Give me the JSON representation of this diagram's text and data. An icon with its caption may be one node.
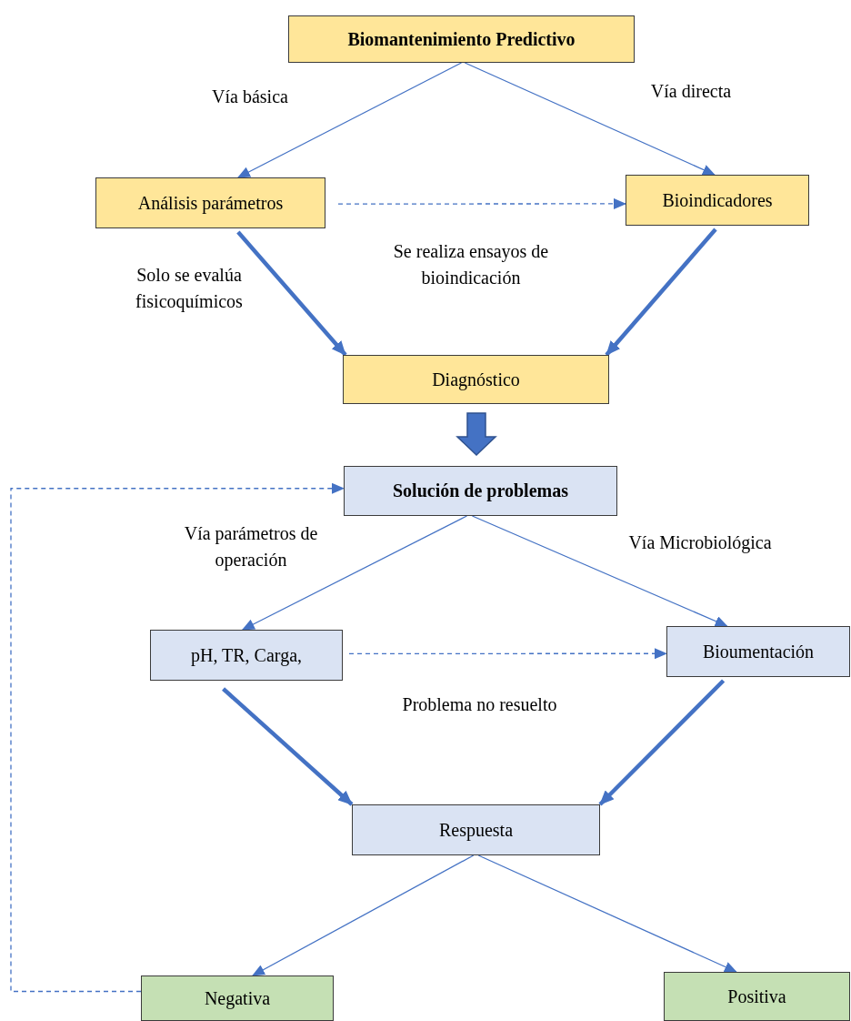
{
  "diagram": {
    "nodes": [
      {
        "text": [
          "Biomantenimiento Predictivo"
        ]
      },
      {
        "text": [
          "Análisis parámetros"
        ]
      },
      {
        "text": [
          "Bioindicadores"
        ]
      },
      {
        "text": [
          "Diagnóstico"
        ]
      },
      {
        "text": [
          "Solución de problemas"
        ]
      },
      {
        "text": [
          "pH, TR, Carga,"
        ]
      },
      {
        "text": [
          "Bioumentación"
        ]
      },
      {
        "text": [
          "Respuesta"
        ]
      },
      {
        "text": [
          "Negativa"
        ]
      },
      {
        "text": [
          "Positiva"
        ]
      }
    ],
    "edges": [
      {
        "from": 0,
        "to": 1,
        "arrow": "to"
      },
      {
        "from": 0,
        "to": 2,
        "arrow": "to"
      },
      {
        "from": 1,
        "to": 2,
        "arrow": "to",
        "style": "dashed"
      },
      {
        "from": 1,
        "to": 3,
        "arrow": "to",
        "style": "thick"
      },
      {
        "from": 2,
        "to": 3,
        "arrow": "to",
        "style": "thick"
      },
      {
        "from": 3,
        "to": 4,
        "arrow": "to",
        "style": "thick"
      },
      {
        "from": 4,
        "to": 5,
        "arrow": "to"
      },
      {
        "from": 4,
        "to": 6,
        "arrow": "to"
      },
      {
        "from": 5,
        "to": 6,
        "arrow": "to",
        "style": "dashed"
      },
      {
        "from": 5,
        "to": 7,
        "arrow": "to",
        "style": "thick"
      },
      {
        "from": 6,
        "to": 7,
        "arrow": "to",
        "style": "thick"
      },
      {
        "from": 7,
        "to": 8,
        "arrow": "to"
      },
      {
        "from": 7,
        "to": 9,
        "arrow": "to"
      },
      {
        "from": 8,
        "to": 4,
        "arrow": "to",
        "style": "dashed"
      }
    ],
    "labels": [
      "Vía básica",
      "Vía directa",
      "Solo se evalúa fisicoquímicos",
      "Se realiza ensayos de bioindicación",
      "Vía parámetros de operación",
      "Vía Microbiológica",
      "Problema no resuelto"
    ]
  }
}
